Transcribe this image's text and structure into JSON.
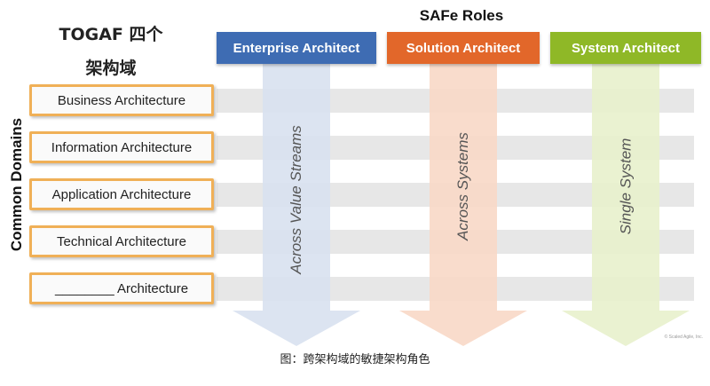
{
  "togaf": {
    "line1": "TOGAF 四个",
    "line2": "架构域"
  },
  "safe_title": "SAFe Roles",
  "common_domains_label": "Common Domains",
  "domains": [
    "Business Architecture",
    "Information Architecture",
    "Application Architecture",
    "Technical Architecture",
    "________ Architecture"
  ],
  "roles": [
    {
      "title": "Enterprise Architect",
      "header_color": "#3e6cb3",
      "arrow_color": "#d8e1ef",
      "label": "Across Value Streams"
    },
    {
      "title": "Solution Architect",
      "header_color": "#e2672a",
      "arrow_color": "#f8d8c6",
      "label": "Across Systems"
    },
    {
      "title": "System Architect",
      "header_color": "#8fb827",
      "arrow_color": "#e8f1cc",
      "label": "Single System"
    }
  ],
  "caption": "图：跨架构域的敏捷架构角色",
  "copyright": "© Scaled Agile, Inc."
}
